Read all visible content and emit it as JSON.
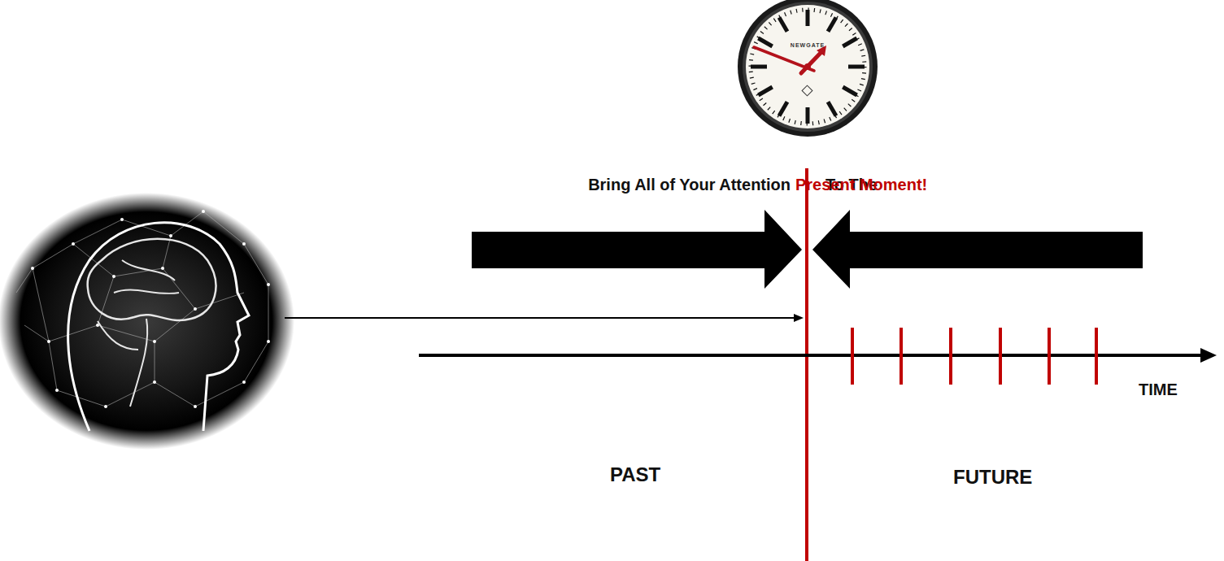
{
  "diagram": {
    "labels": [
      "NEWGATE",
      "Bring All of Your Attention",
      "To The",
      "Present Moment!",
      "TIME",
      "PAST",
      "FUTURE"
    ]
  }
}
